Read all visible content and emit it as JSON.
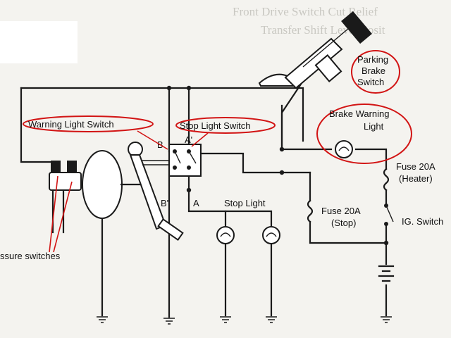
{
  "background_text": {
    "line1": "Front Drive Switch Cut Relief",
    "line2": "Transfer Shift Lever Posit"
  },
  "annotations": {
    "warning_light_switch": "Warning Light Switch",
    "stop_light_switch": "Stop Light Switch",
    "parking_brake_switch": "Parking\nBrake\nSwitch",
    "brake_warning_light": "Brake Warning\nLight",
    "pressure_switches": "ssure switches"
  },
  "labels": {
    "b": "B",
    "a_prime": "A'",
    "b_prime": "B'",
    "a": "A",
    "stop_light": "Stop Light",
    "fuse_heater": "Fuse 20A\n(Heater)",
    "fuse_stop": "Fuse 20A\n(Stop)",
    "ig_switch": "IG. Switch"
  },
  "colors": {
    "annotation": "#d21414",
    "wire": "#1a1a1a",
    "paper": "#f4f3ef"
  }
}
